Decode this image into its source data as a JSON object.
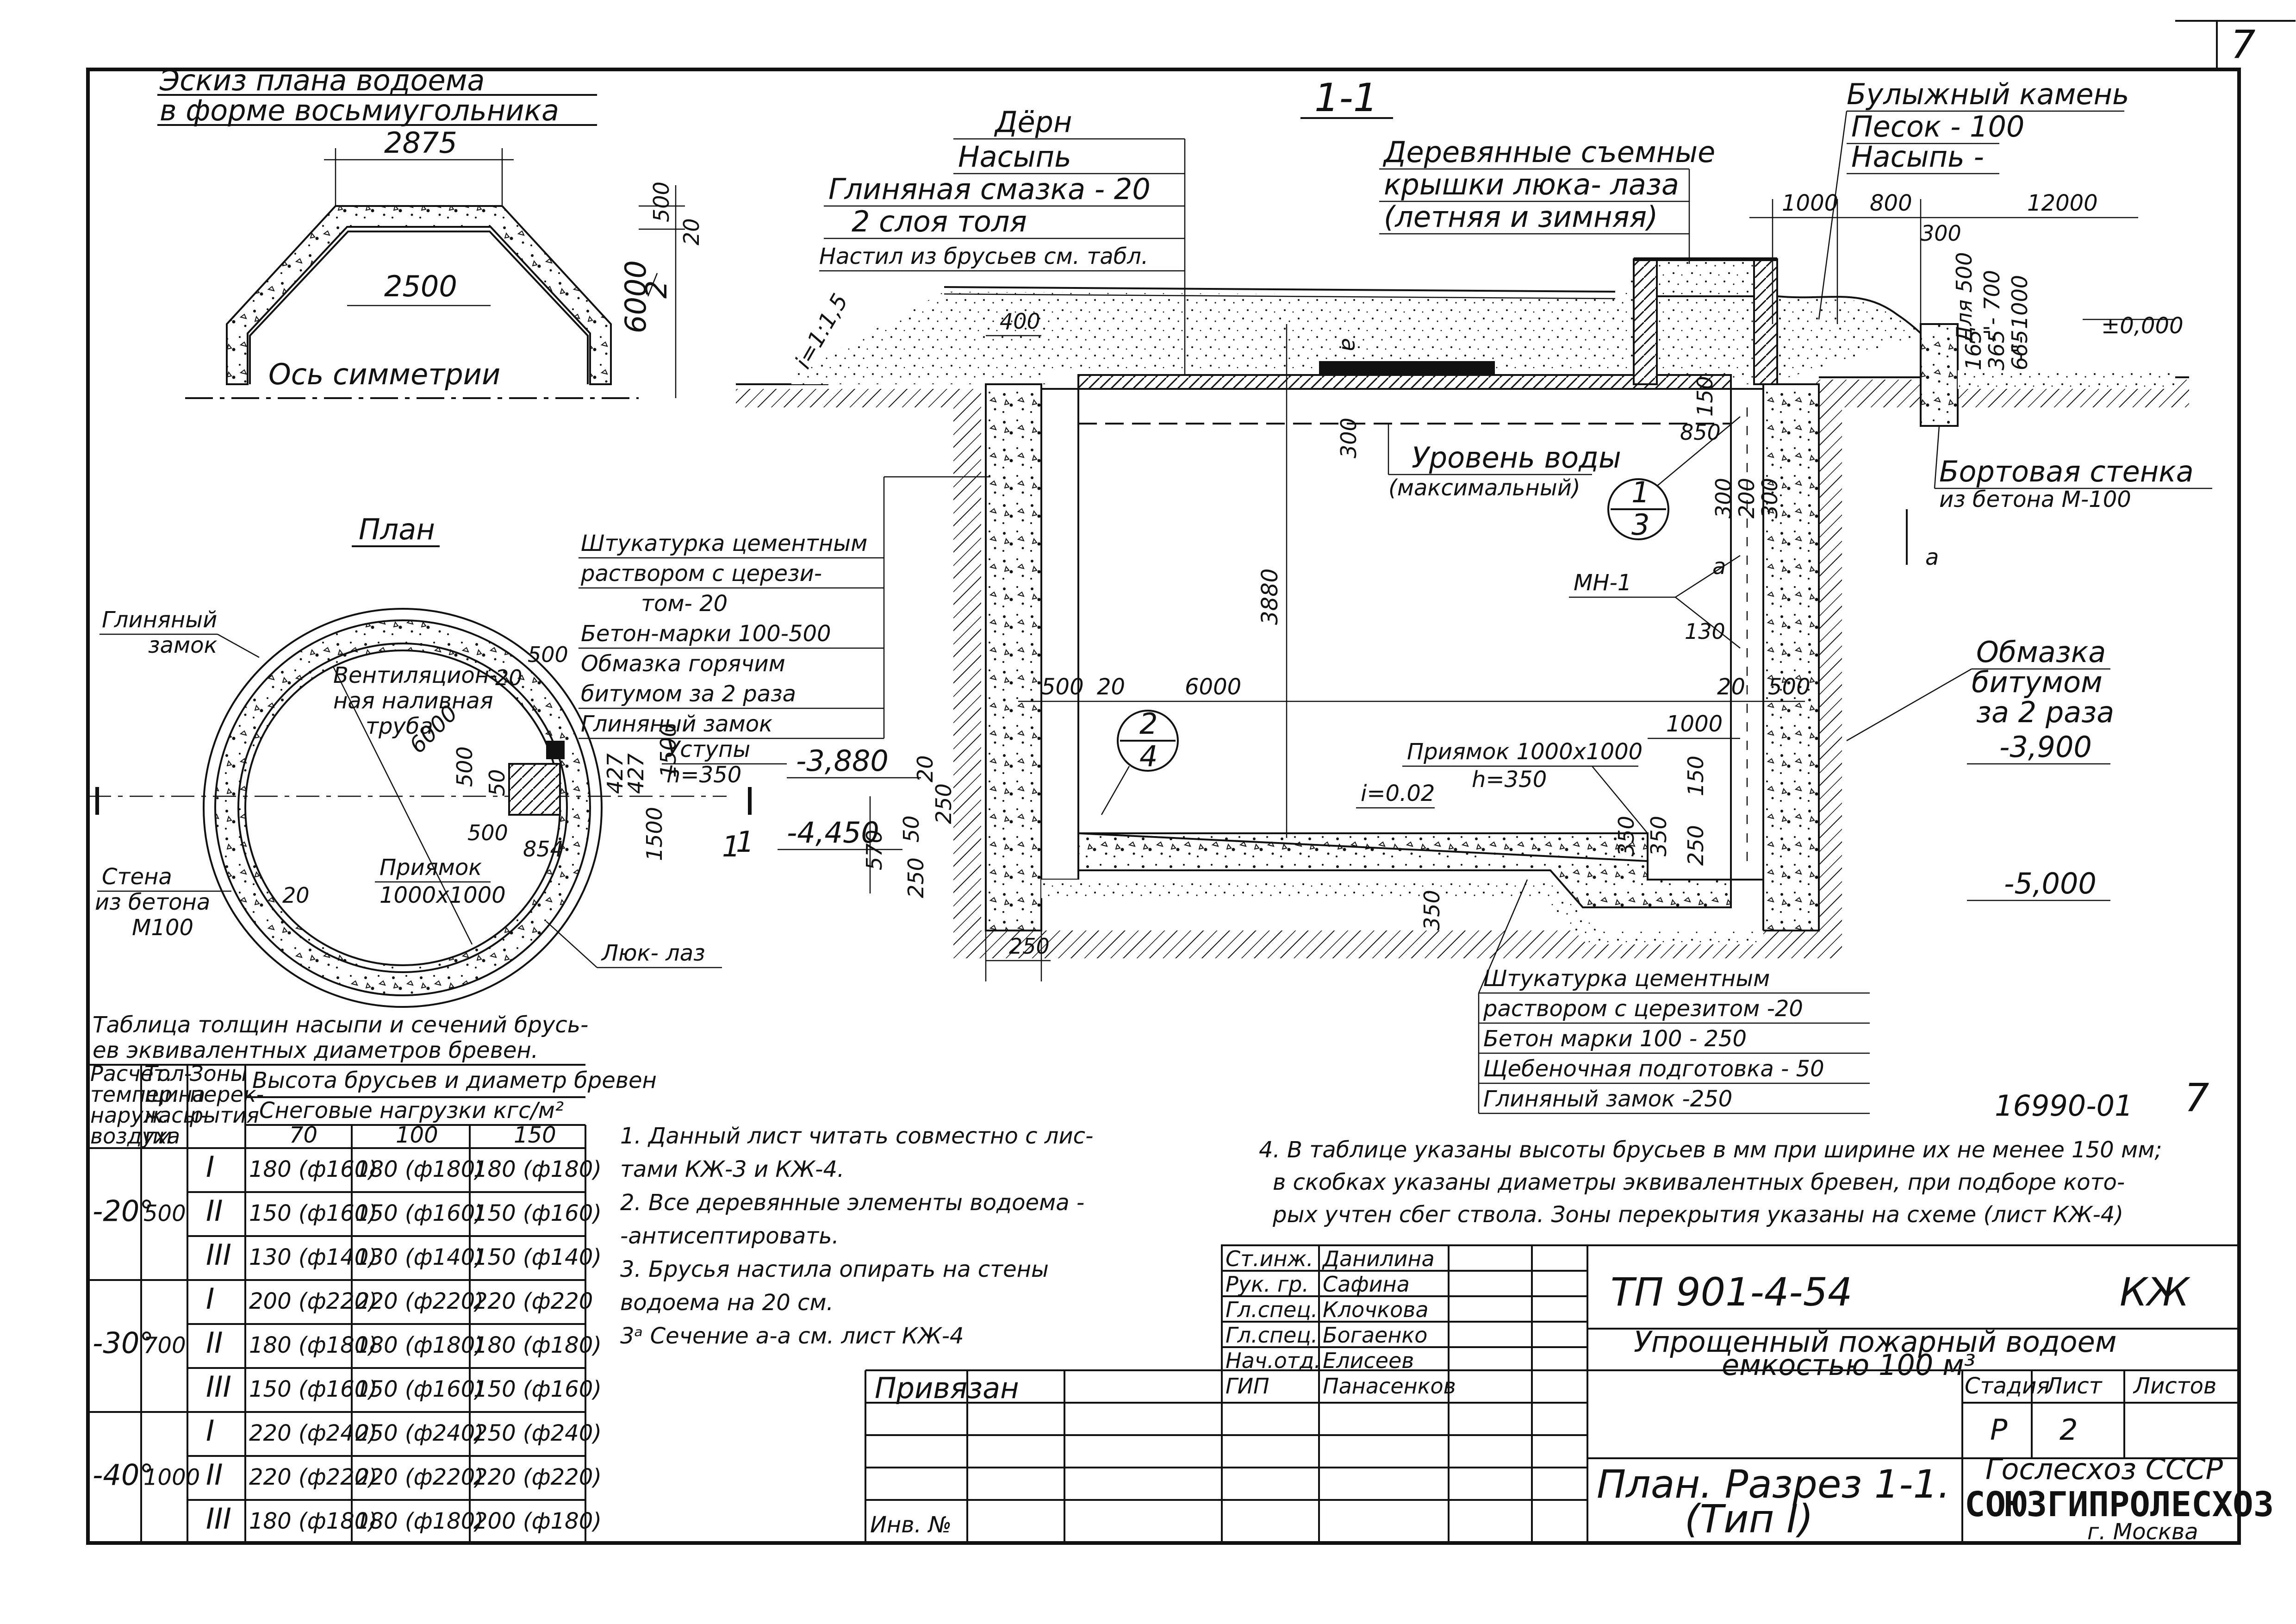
{
  "sheet": {
    "corner_number": "7",
    "code_bottom": "16990-01",
    "page_number": "7"
  },
  "octagon": {
    "title_line1": "Эскиз плана водоема",
    "title_line2": "в форме восьмиугольника",
    "dim_top": "2875",
    "dim_inner": "2500",
    "dim_h1": "500",
    "dim_h2": "20",
    "dim_side": "6000",
    "dim_side_den": "2",
    "axis": "Ось симметрии"
  },
  "plan": {
    "title": "План",
    "clay_lock": "Глиняный",
    "clay_lock2": "замок",
    "vent_1": "Вентиляцион-",
    "vent_2": "ная наливная",
    "vent_3": "труба",
    "dim_6000": "6000",
    "dim_20a": "20",
    "dim_20b": "20",
    "dim_500a": "500",
    "dim_500b": "500",
    "dim_500c": "500",
    "dim_50": "50",
    "dim_427a": "427",
    "dim_427b": "427",
    "dim_1500a": "1500",
    "dim_1500b": "1500",
    "dim_854": "854",
    "pit_1": "Приямок",
    "pit_2": "1000x1000",
    "wall_1": "Стена",
    "wall_2": "из бетона",
    "wall_3": "М100",
    "hatch": "Люк- лаз",
    "section_mark": "1"
  },
  "section": {
    "title": "1-1",
    "turf": "Дёрн",
    "fill": "Насыпь",
    "clay_coat": "Глиняная смазка - 20",
    "tar": "2 слоя толя",
    "deck": "Настил из брусьев см. табл.",
    "slope": "i=1:1,5",
    "lids_1": "Деревянные съемные",
    "lids_2": "крышки люка- лаза",
    "lids_3": "(летняя и зимняя)",
    "boulder": "Булыжный камень",
    "sand": "Песок - 100",
    "fill2": "Насыпь -",
    "d1000": "1000",
    "d800": "800",
    "d12000": "12000",
    "d300": "300",
    "dfor500": "Для 500",
    "dfor700": "-\"- 700",
    "dfor1000": "-\"- 1000",
    "d165": "165",
    "d365": "365",
    "d665": "665",
    "zero": "±0,000",
    "d400": "400",
    "d150": "150",
    "d850": "850",
    "d300b": "300",
    "water_1": "Уровень воды",
    "water_2": "(максимальный)",
    "callout1_top": "1",
    "callout1_bot": "3",
    "mn": "МН-1",
    "d130": "130",
    "d3880": "3880",
    "d300s": "300",
    "d200s": "200",
    "d300t": "300",
    "side_wall_1": "Бортовая стенка",
    "side_wall_2": "из бетона М-100",
    "cut_a": "а",
    "bitum_1": "Обмазка",
    "bitum_2": "битумом",
    "bitum_3": "за 2 раза",
    "d500L": "500",
    "d20L": "20",
    "d6000": "6000",
    "d20R": "20",
    "d500R": "500",
    "d1000b": "1000",
    "pit_1": "Приямок 1000x1000",
    "pit_2": "h=350",
    "slope2": "i=0.02",
    "callout2_top": "2",
    "callout2_bot": "4",
    "lvl_3880": "-3,880",
    "lvl_4450": "-4,450",
    "lvl_3900": "-3,900",
    "lvl_5000": "-5,000",
    "d570": "570",
    "d50": "50",
    "d20v": "20",
    "d250a": "250",
    "d250b": "250",
    "d250c": "250",
    "d350": "350",
    "d350b": "350",
    "d150b": "150",
    "d250d": "250",
    "d350c": "350",
    "cut_1": "1",
    "left_1": "Штукатурка цементным",
    "left_2": "раствором с церези-",
    "left_3": "том- 20",
    "left_4": "Бетон-марки 100-500",
    "left_5": "Обмазка горячим",
    "left_6": "битумом за 2 раза",
    "left_7": "Глиняный замок",
    "left_8": "Уступы",
    "left_9": "h=350",
    "bot_1": "Штукатурка цементным",
    "bot_2": "раствором с церезитом -20",
    "bot_3": "Бетон марки 100 - 250",
    "bot_4": "Щебеночная подготовка - 50",
    "bot_5": "Глиняный замок -250"
  },
  "table": {
    "caption_1": "Таблица толщин насыпи и сечений брусь-",
    "caption_2": "ев эквивалентных диаметров бревен.",
    "h_col1": [
      "Расчет.",
      "темпер.",
      "наруж.",
      "воздуха"
    ],
    "h_col2": [
      "Тол-",
      "щина",
      "насы-",
      "пи"
    ],
    "h_col3": [
      "Зоны",
      "перек-",
      "рытия"
    ],
    "h_top": "Высота брусьев и диаметр бревен",
    "h_sub": "Снеговые нагрузки кгс/м²",
    "loads": [
      "70",
      "100",
      "150"
    ],
    "groups": [
      {
        "temp": "-20°",
        "thick": "500",
        "rows": [
          {
            "zone": "I",
            "v": [
              "180 (ф160)",
              "180 (ф180)",
              "180 (ф180)"
            ]
          },
          {
            "zone": "II",
            "v": [
              "150 (ф160)",
              "150 (ф160)",
              "150 (ф160)"
            ]
          },
          {
            "zone": "III",
            "v": [
              "130 (ф140)",
              "130 (ф140)",
              "150 (ф140)"
            ]
          }
        ]
      },
      {
        "temp": "-30°",
        "thick": "700",
        "rows": [
          {
            "zone": "I",
            "v": [
              "200 (ф220)",
              "220 (ф220)",
              "220 (ф220"
            ]
          },
          {
            "zone": "II",
            "v": [
              "180 (ф180)",
              "180 (ф180)",
              "180 (ф180)"
            ]
          },
          {
            "zone": "III",
            "v": [
              "150 (ф160)",
              "150 (ф160)",
              "150 (ф160)"
            ]
          }
        ]
      },
      {
        "temp": "-40°",
        "thick": "1000",
        "rows": [
          {
            "zone": "I",
            "v": [
              "220 (ф240)",
              "250 (ф240)",
              "250 (ф240)"
            ]
          },
          {
            "zone": "II",
            "v": [
              "220 (ф220)",
              "220 (ф220)",
              "220 (ф220)"
            ]
          },
          {
            "zone": "III",
            "v": [
              "180 (ф180)",
              "180 (ф180)",
              "200 (ф180)"
            ]
          }
        ]
      }
    ]
  },
  "notes": [
    "1. Данный лист читать совместно с лис-",
    "   тами КЖ-3 и КЖ-4.",
    "2. Все деревянные элементы водоема -",
    "   -антисептировать.",
    "3. Брусья настила опирать на стены",
    "   водоема на 20 см.",
    "3ᵃ Сечение  а-а  см. лист  КЖ-4"
  ],
  "note4": [
    "4. В таблице указаны высоты брусьев в мм при ширине их не менее 150 мм;",
    "в скобках указаны диаметры эквивалентных бревен, при подборе кото-",
    "рых учтен сбег ствола. Зоны перекрытия указаны на схеме (лист КЖ-4)"
  ],
  "stamp": {
    "roles": [
      "Ст.инж.",
      "Рук. гр.",
      "Гл.спец.",
      "Гл.спец.",
      "Нач.отд.",
      "ГИП"
    ],
    "names": [
      "Данилина",
      "Сафина",
      "Клочкова",
      "Богаенко",
      "Елисеев",
      "Панасенков"
    ],
    "linked": "Привязан",
    "inv": "Инв. №",
    "code": "ТП  901-4-54",
    "mark": "КЖ",
    "name_1": "Упрощенный пожарный водоем",
    "name_2": "емкостью 100 м³",
    "h_stage": "Стадия",
    "h_sheet": "Лист",
    "h_sheets": "Листов",
    "stage": "Р",
    "sheet": "2",
    "sheets": "",
    "title_1": "План. Разрез 1-1.",
    "title_2": "(Тип I)",
    "org_1": "Гослесхоз СССР",
    "org_2": "СОЮЗГИПРОЛЕСХОЗ",
    "org_3": "г. Москва"
  }
}
